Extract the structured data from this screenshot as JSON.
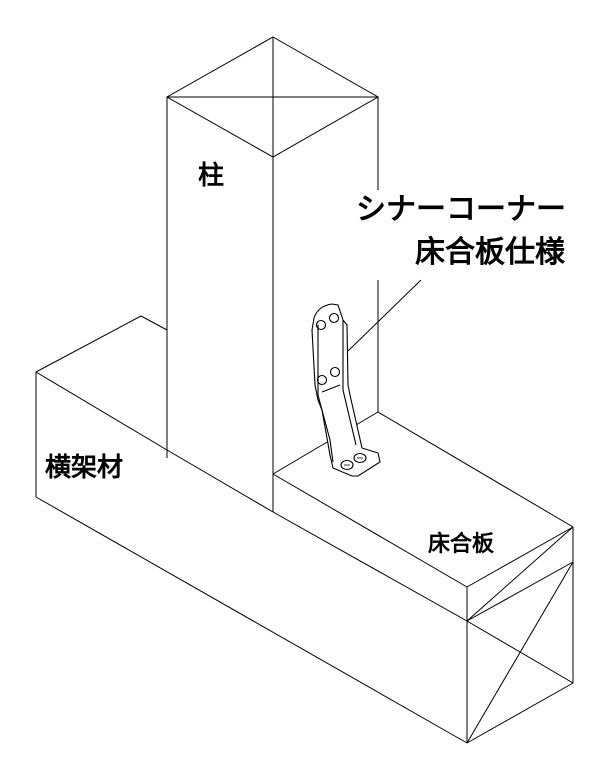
{
  "labels": {
    "column": "柱",
    "product_name": "シナーコーナー",
    "product_spec": "床合板仕様",
    "beam": "横架材",
    "floor_board": "床合板"
  },
  "colors": {
    "line": "#000000",
    "background": "#ffffff"
  }
}
